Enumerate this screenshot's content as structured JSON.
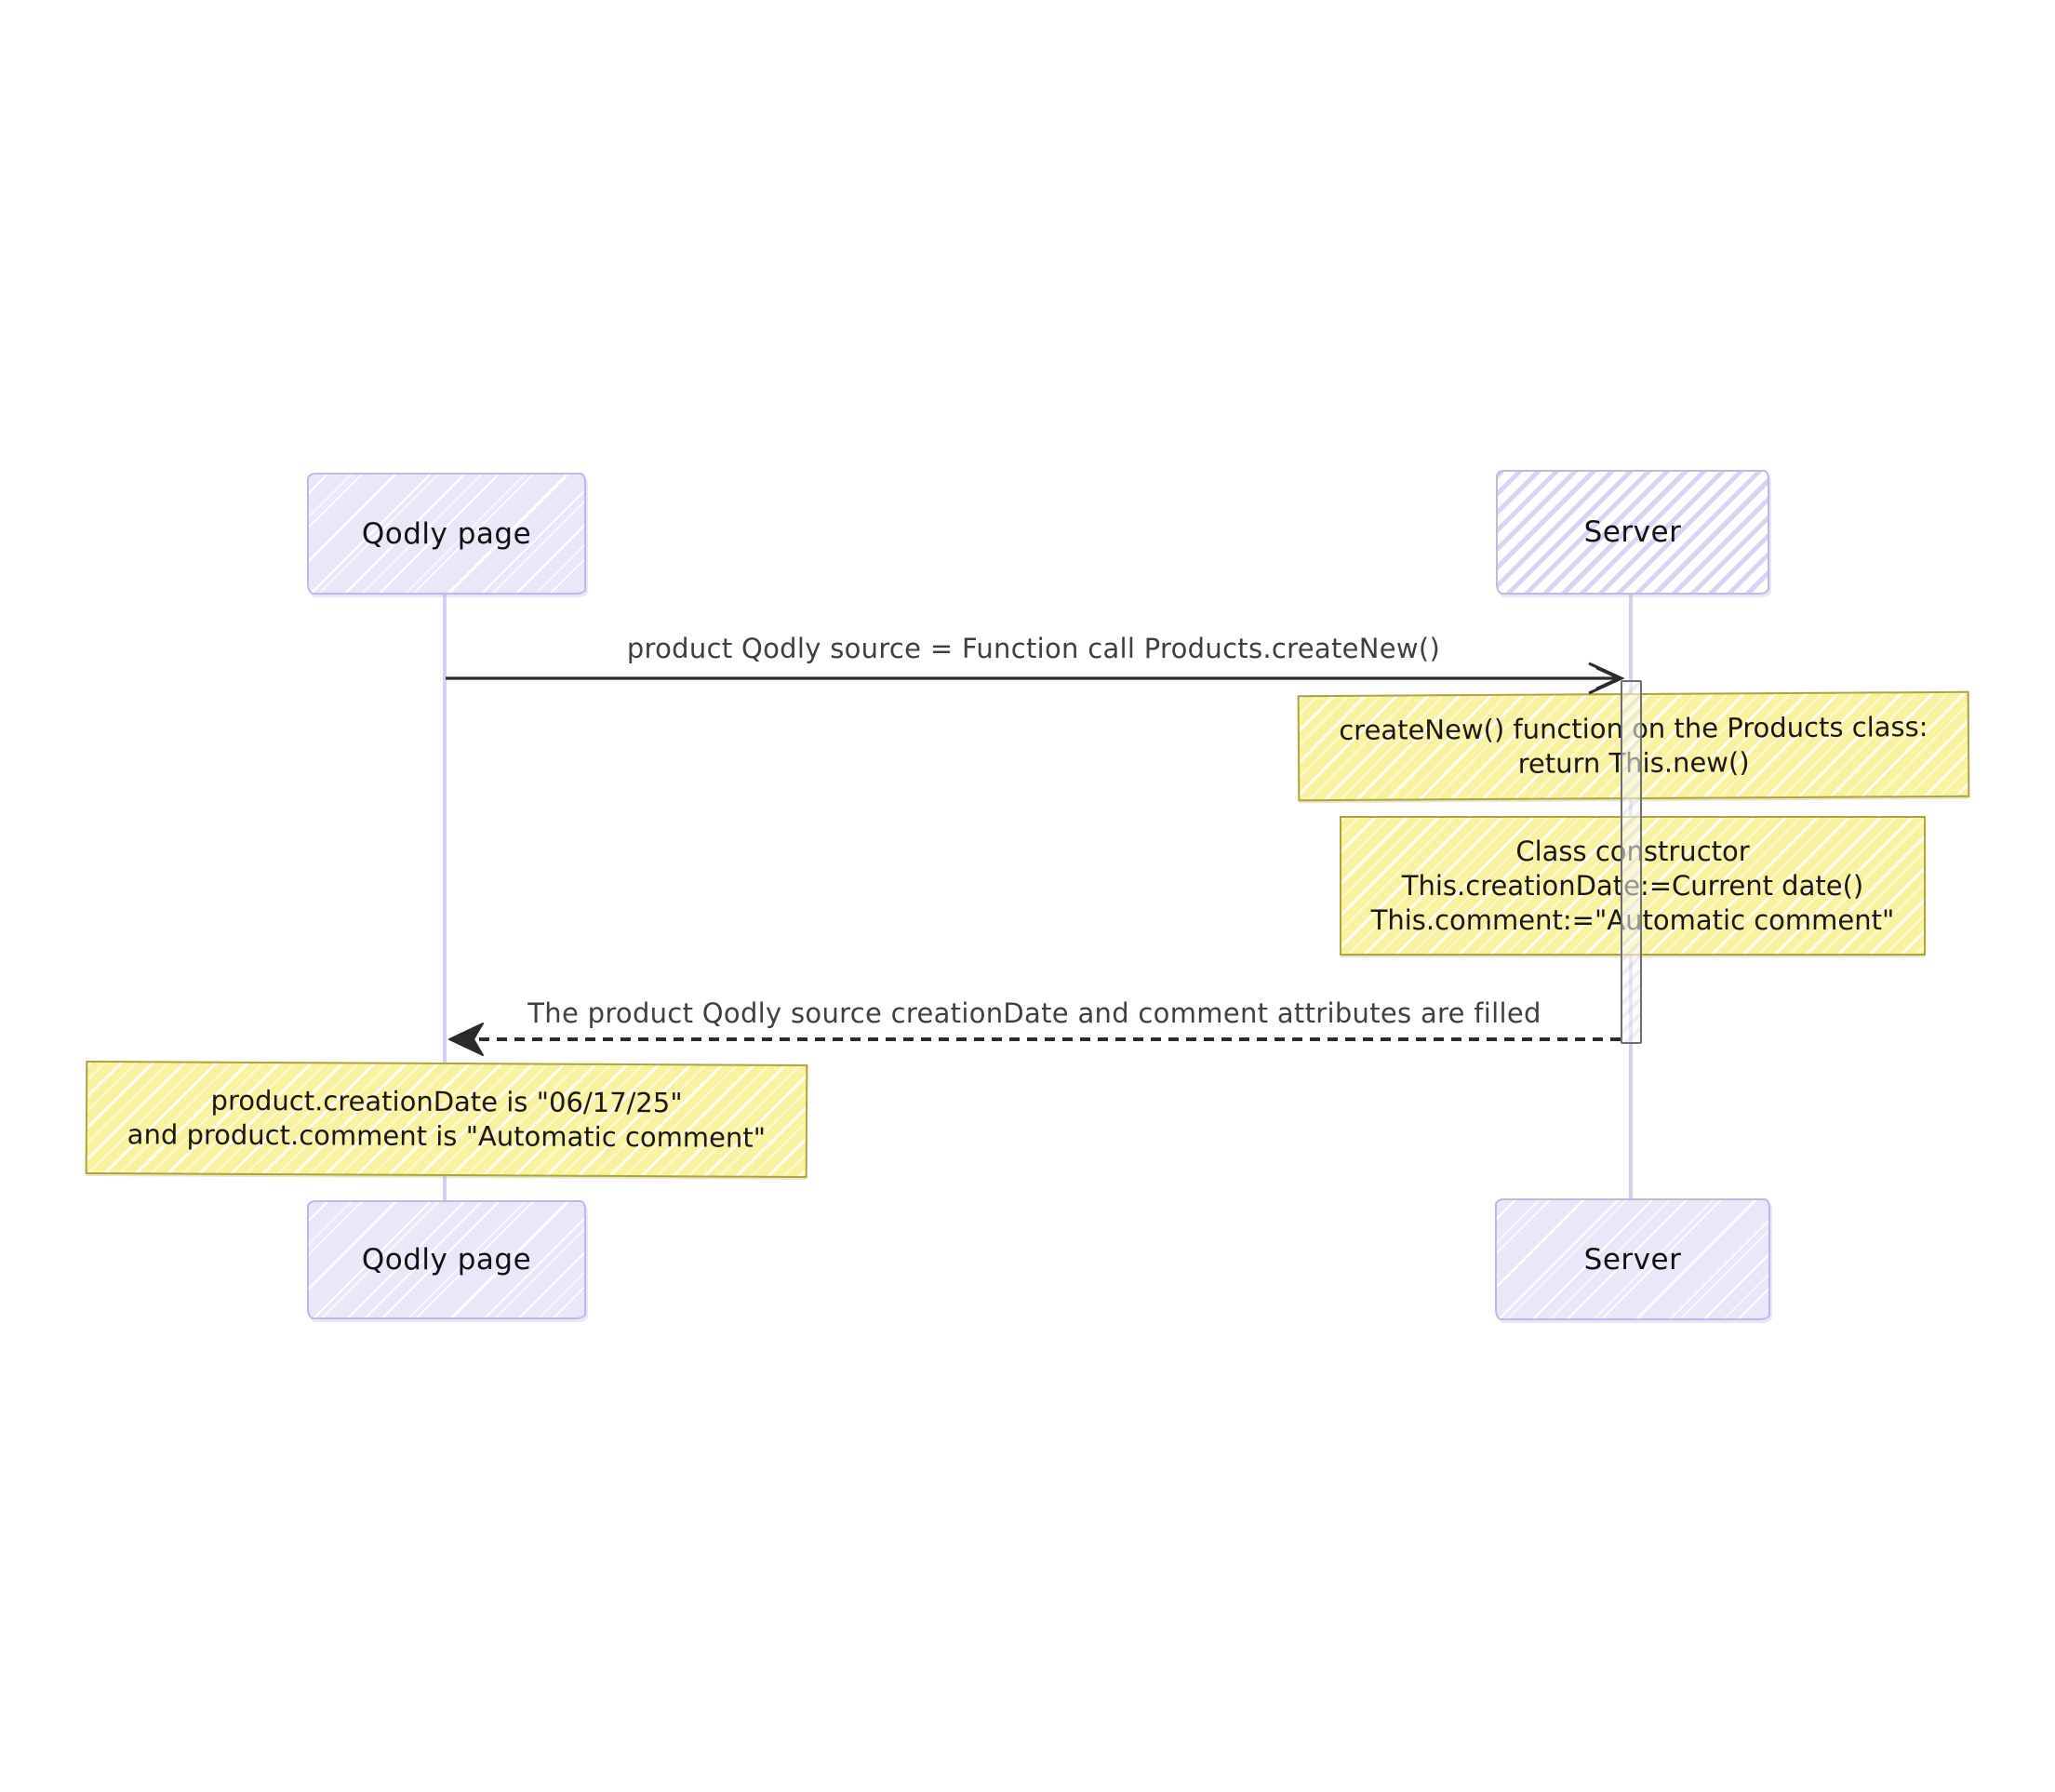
{
  "diagram_type": "sequence-diagram",
  "actors": {
    "top": [
      {
        "label": "Qodly page"
      },
      {
        "label": "Server"
      }
    ],
    "bottom": [
      {
        "label": "Qodly page"
      },
      {
        "label": "Server"
      }
    ]
  },
  "messages": [
    {
      "from": "Qodly page",
      "to": "Server",
      "style": "solid",
      "arrowhead": "open",
      "label": "product Qodly source = Function call Products.createNew()"
    },
    {
      "from": "Server",
      "to": "Qodly page",
      "style": "dashed",
      "arrowhead": "filled",
      "label": "The product Qodly source creationDate and comment attributes are filled"
    }
  ],
  "notes": [
    {
      "position": "right of Server",
      "lines": [
        "createNew() function on the Products class:",
        "return This.new()"
      ]
    },
    {
      "position": "right of Server",
      "lines": [
        "Class constructor",
        "This.creationDate:=Current date()",
        "This.comment:=\"Automatic comment\""
      ]
    },
    {
      "position": "left of Qodly page",
      "lines": [
        "product.creationDate is \"06/17/25\"",
        "and product.comment is \"Automatic comment\""
      ]
    }
  ],
  "colors": {
    "actor_fill": "#eae7f9",
    "actor_border": "#c4b5e9",
    "actor_stripe": "#dbd2f4",
    "lifeline": "#d8cdf1",
    "note_fill": "#f9f2a1",
    "note_border": "#ada43e",
    "activation_border": "#6e6e6e",
    "arrow": "#2b2b2b",
    "message_text": "#3f3f3f",
    "note_text": "#1b1812",
    "canvas_bg": "#ffffff"
  }
}
